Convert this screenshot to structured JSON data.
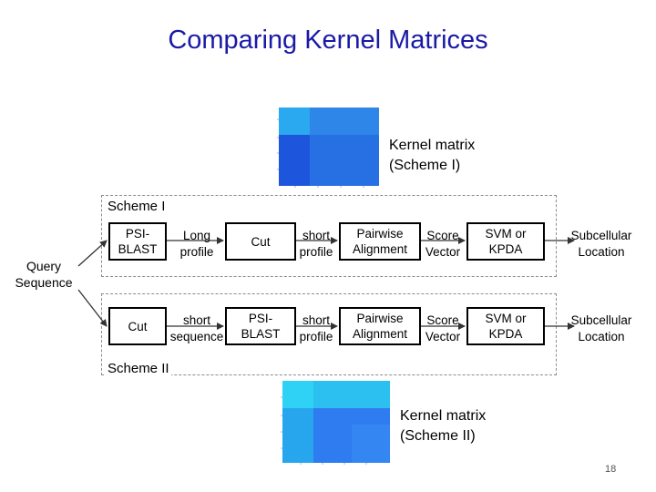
{
  "title": "Comparing Kernel Matrices",
  "kernel_matrix_1": {
    "line1": "Kernel matrix",
    "line2": "(Scheme I)"
  },
  "kernel_matrix_2": {
    "line1": "Kernel matrix",
    "line2": "(Scheme II)"
  },
  "query": {
    "line1": "Query",
    "line2": "Sequence"
  },
  "scheme1": {
    "label": "Scheme I",
    "nodes": [
      [
        "PSI-",
        "BLAST"
      ],
      [
        "Cut"
      ],
      [
        "Pairwise",
        "Alignment"
      ],
      [
        "SVM or",
        "KPDA"
      ]
    ],
    "edges": [
      [
        "Long",
        "profile"
      ],
      [
        "short",
        "profile"
      ],
      [
        "Score",
        "Vector"
      ]
    ],
    "output": [
      "Subcellular",
      "Location"
    ]
  },
  "scheme2": {
    "label": "Scheme II",
    "nodes": [
      [
        "Cut"
      ],
      [
        "PSI-",
        "BLAST"
      ],
      [
        "Pairwise",
        "Alignment"
      ],
      [
        "SVM or",
        "KPDA"
      ]
    ],
    "edges": [
      [
        "short",
        "sequence"
      ],
      [
        "short",
        "profile"
      ],
      [
        "Score",
        "Vector"
      ]
    ],
    "output": [
      "Subcellular",
      "Location"
    ]
  },
  "page_number": "18",
  "colors": {
    "title": "#1a1aa6",
    "matrix_dark": "#1f5be0",
    "matrix_light": "#2aa8f0"
  }
}
